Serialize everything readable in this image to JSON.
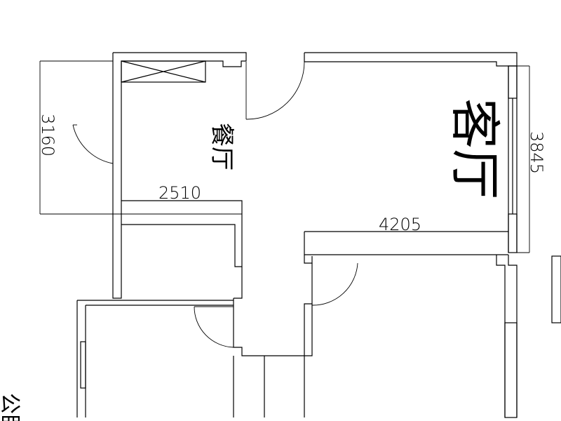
{
  "rooms": {
    "living_room": "客厅",
    "dining_room": "餐厅",
    "partial_left_label": "公卧"
  },
  "dimensions": {
    "dining_width": "2510",
    "dining_height": "3160",
    "living_width": "4205",
    "living_height": "3845"
  }
}
